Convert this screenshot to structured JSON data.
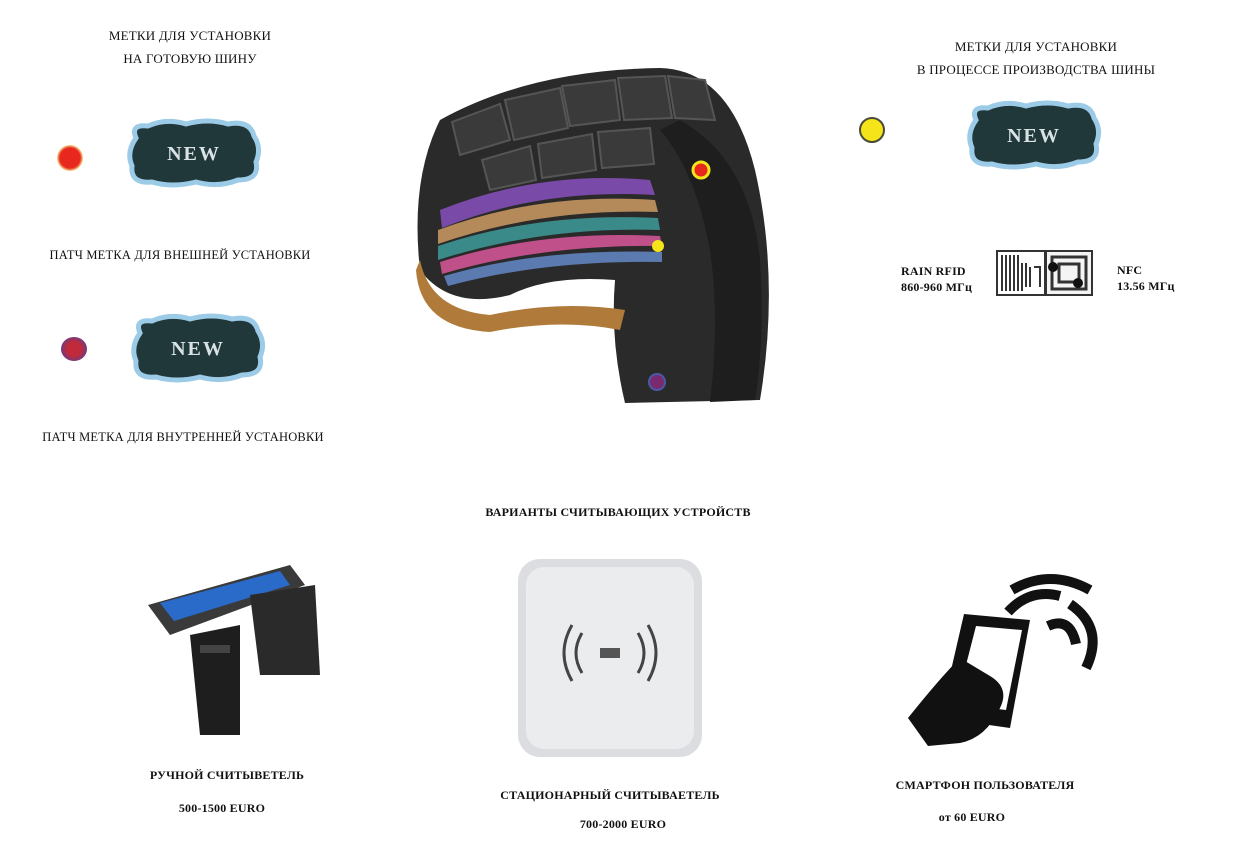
{
  "left_title_line1": "МЕТКИ ДЛЯ УСТАНОВКИ",
  "left_title_line2": "НА ГОТОВУЮ ШИНУ",
  "right_title_line1": "МЕТКИ ДЛЯ УСТАНОВКИ",
  "right_title_line2": "В ПРОЦЕССЕ ПРОИЗВОДСТВА ШИНЫ",
  "badge_text": "NEW",
  "patch_external": "ПАТЧ МЕТКА ДЛЯ ВНЕШНЕЙ УСТАНОВКИ",
  "patch_internal": "ПАТЧ МЕТКА ДЛЯ ВНУТРЕННЕЙ УСТАНОВКИ",
  "rain_rfid_line1": "RAIN RFID",
  "rain_rfid_line2": "860-960 МГц",
  "nfc_line1": "NFC",
  "nfc_line2": "13.56 МГц",
  "readers_title": "ВАРИАНТЫ СЧИТЫВАЮЩИХ УСТРОЙСТВ",
  "readers": [
    {
      "label": "РУЧНОЙ СЧИТЫВЕТЕЛЬ",
      "price": "500-1500 EURO"
    },
    {
      "label": "СТАЦИОНАРНЫЙ СЧИТЫВАЕТЕЛЬ",
      "price": "700-2000 EURO"
    },
    {
      "label": "СМАРТФОН  ПОЛЬЗОВАТЕЛЯ",
      "price": "от 60 EURO"
    }
  ],
  "colors": {
    "red_tag": "#e8271e",
    "yellow_tag": "#f5e41a",
    "purple_tag": "#7a2a6e",
    "badge_fill": "#21383a",
    "badge_glow": "#9ccbe8"
  }
}
